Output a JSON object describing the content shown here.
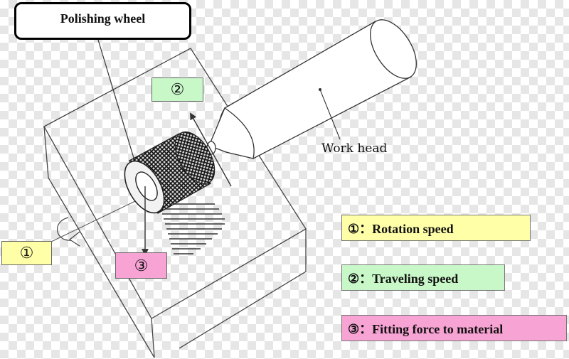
{
  "title": "Polishing wheel",
  "markers": {
    "m1": "①",
    "m2": "②",
    "m3": "③"
  },
  "workhead_label": "Work head",
  "legend": {
    "rotation": "①：Rotation speed",
    "traveling": "②：Traveling speed",
    "force": "③：Fitting force to material"
  },
  "colors": {
    "yellow": "#ffffa8",
    "green": "#c8f7c8",
    "pink": "#f7a3d4"
  }
}
